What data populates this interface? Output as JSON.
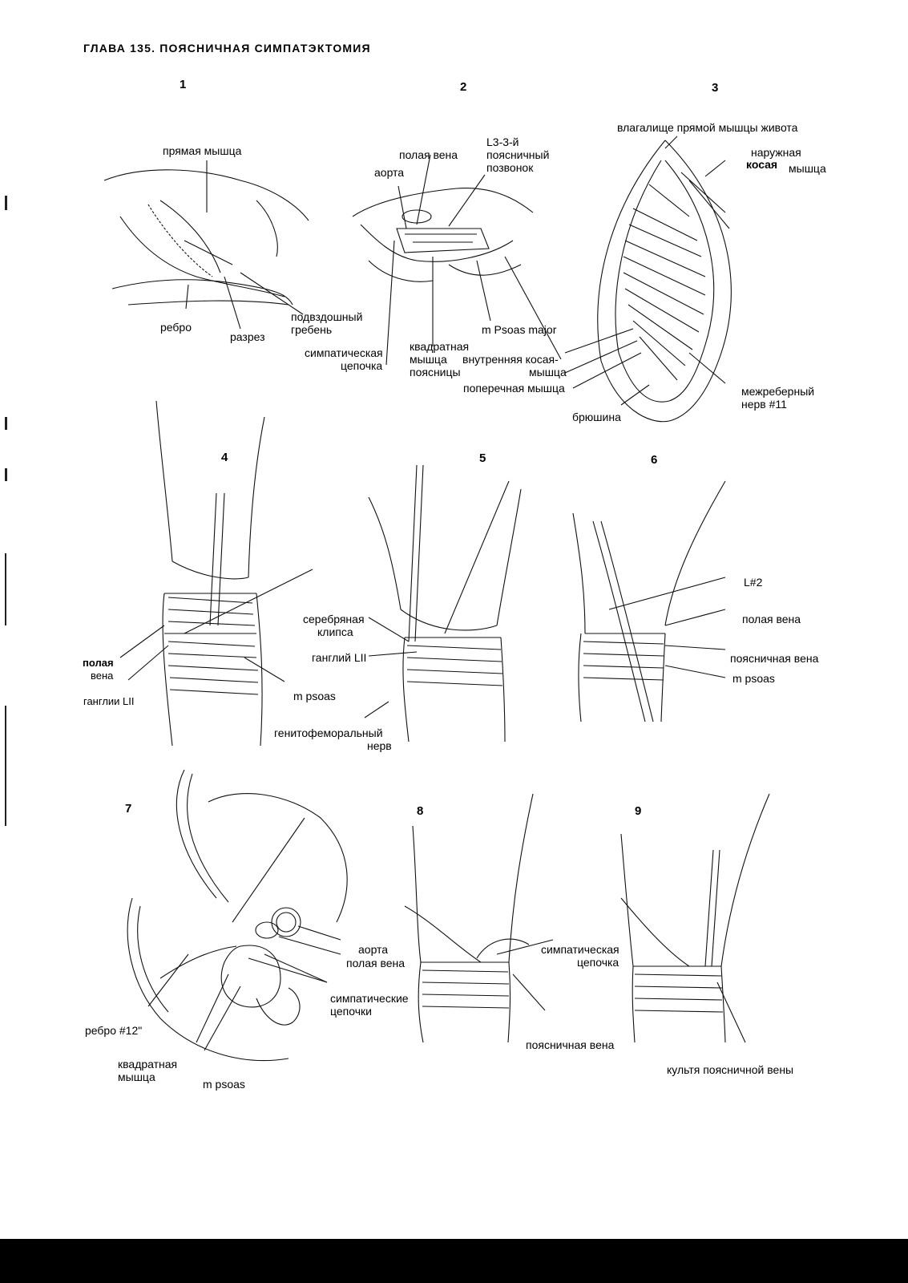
{
  "header": {
    "chapter_title": "ГЛАВА 135. ПОЯСНИЧНАЯ СИМПАТЭКТОМИЯ"
  },
  "figures": {
    "fig1": {
      "number": "1",
      "labels": {
        "rectus": "прямая мышца",
        "rib": "ребро",
        "incision": "разрез",
        "iliac_crest_1": "подвздошный",
        "iliac_crest_2": "гребень"
      }
    },
    "fig2": {
      "number": "2",
      "labels": {
        "vena_cava": "полая вена",
        "aorta": "аорта",
        "l3_1": "L3-3-й",
        "l3_2": "поясничный",
        "l3_3": "позвонок",
        "psoas_major": "m Psoas major",
        "sympathetic_1": "симпатическая",
        "sympathetic_2": "цепочка",
        "quadratus_1": "квадратная",
        "quadratus_2": "мышца",
        "quadratus_3": "поясницы",
        "internal_oblique_1": "внутренняя косая-",
        "internal_oblique_2": "мышца",
        "transverse": "поперечная мышца"
      }
    },
    "fig3": {
      "number": "3",
      "labels": {
        "rectus_sheath": "влагалище прямой мышцы живота",
        "external_oblique_1": "наружная",
        "external_oblique_2": "косая",
        "external_oblique_3": "мышца",
        "intercostal_1": "межреберный",
        "intercostal_2": "нерв #11",
        "peritoneum": "брюшина"
      }
    },
    "fig4": {
      "number": "4",
      "labels": {
        "vena_cava_1": "полая",
        "vena_cava_2": "вена",
        "ganglion": "ганглии LII",
        "psoas": "m psoas",
        "genitofemoral_1": "генитофеморальный",
        "genitofemoral_2": "нерв"
      }
    },
    "fig5": {
      "number": "5",
      "labels": {
        "silver_clip_1": "серебряная",
        "silver_clip_2": "клипса",
        "ganglion": "ганглий LII"
      }
    },
    "fig6": {
      "number": "6",
      "labels": {
        "l2": "L#2",
        "vena_cava": "полая вена",
        "lumbar_vein": "поясничная вена",
        "psoas": "m psoas"
      }
    },
    "fig7": {
      "number": "7",
      "labels": {
        "aorta": "аорта",
        "vena_cava": "полая вена",
        "sympathetic_1": "симпатические",
        "sympathetic_2": "цепочки",
        "rib12": "ребро #12\"",
        "quadratus_1": "квадратная",
        "quadratus_2": "мышца",
        "psoas": "m psoas"
      }
    },
    "fig8": {
      "number": "8",
      "labels": {
        "sympathetic_1": "симпатическая",
        "sympathetic_2": "цепочка",
        "lumbar_vein": "поясничная вена"
      }
    },
    "fig9": {
      "number": "9",
      "labels": {
        "stump": "культя поясничной вены"
      }
    }
  }
}
